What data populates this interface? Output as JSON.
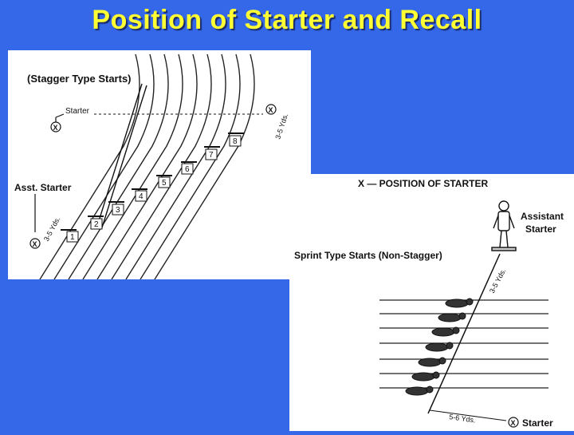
{
  "slide": {
    "title": "Position of Starter and Recall",
    "accent_color": "#ffff33",
    "background_color": "#3568e8"
  },
  "stagger_diagram": {
    "heading": "(Stagger Type Starts)",
    "starter_label": "Starter",
    "asst_starter_label": "Asst. Starter",
    "marker": "X",
    "distance_top": "3-5 Yds.",
    "distance_bottom": "3-5 Yds.",
    "lanes": [
      "1",
      "2",
      "3",
      "4",
      "5",
      "6",
      "7",
      "8"
    ]
  },
  "sprint_diagram": {
    "legend": "X — POSITION OF STARTER",
    "heading": "Sprint Type Starts (Non-Stagger)",
    "assistant_label_line1": "Assistant",
    "assistant_label_line2": "Starter",
    "starter_label": "Starter",
    "marker": "X",
    "distance_assistant": "3-5 Yds.",
    "distance_starter": "5-6 Yds."
  }
}
